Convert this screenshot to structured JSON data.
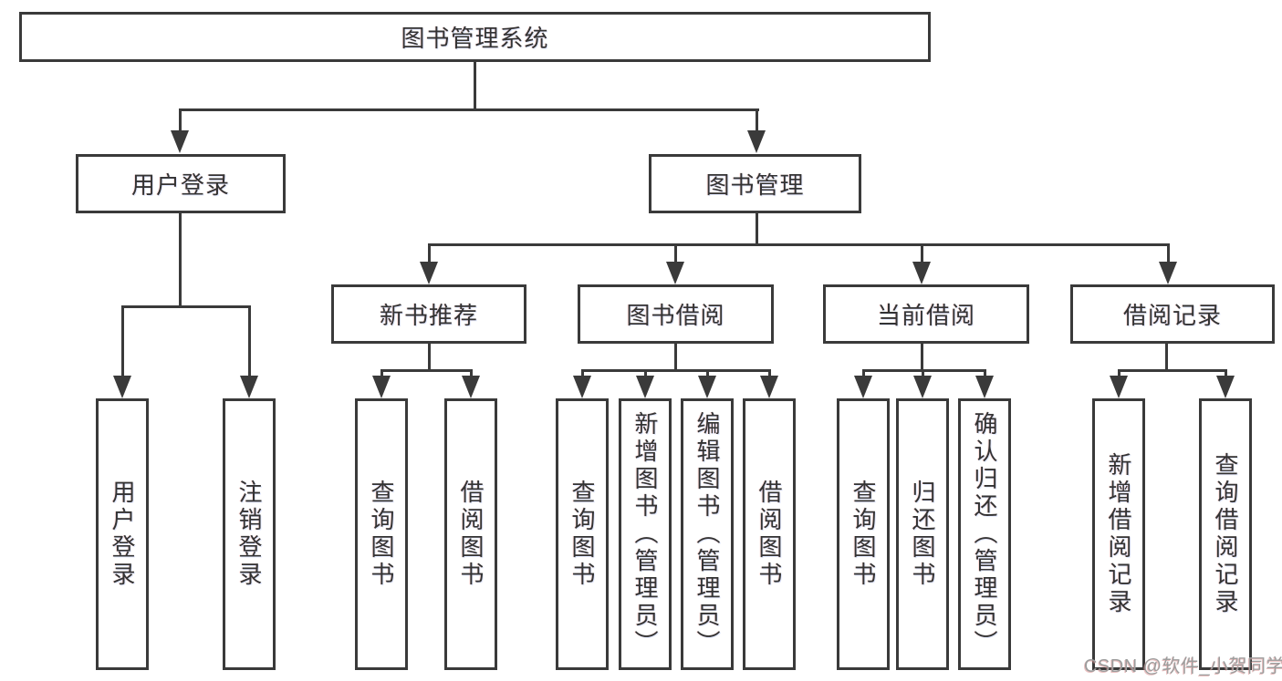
{
  "diagram": {
    "root": {
      "label": "图书管理系统"
    },
    "branches": [
      {
        "label": "用户登录",
        "children": [
          {
            "label": "用户登录"
          },
          {
            "label": "注销登录"
          }
        ]
      },
      {
        "label": "图书管理",
        "children": [
          {
            "label": "新书推荐",
            "children": [
              {
                "label": "查询图书"
              },
              {
                "label": "借阅图书"
              }
            ]
          },
          {
            "label": "图书借阅",
            "children": [
              {
                "label": "查询图书"
              },
              {
                "label": "新增图书（管理员）"
              },
              {
                "label": "编辑图书（管理员）"
              },
              {
                "label": "借阅图书"
              }
            ]
          },
          {
            "label": "当前借阅",
            "children": [
              {
                "label": "查询图书"
              },
              {
                "label": "归还图书"
              },
              {
                "label": "确认归还（管理员）"
              }
            ]
          },
          {
            "label": "借阅记录",
            "children": [
              {
                "label": "新增借阅记录"
              },
              {
                "label": "查询借阅记录"
              }
            ]
          }
        ]
      }
    ]
  },
  "watermark": {
    "text": "CSDN @软件_小贺同学"
  },
  "colors": {
    "background": "#ffffff",
    "line": "#3a3a3a",
    "text": "#333333",
    "watermark": "#9d9d9d",
    "watermark_shadow": "#d98c8c"
  }
}
